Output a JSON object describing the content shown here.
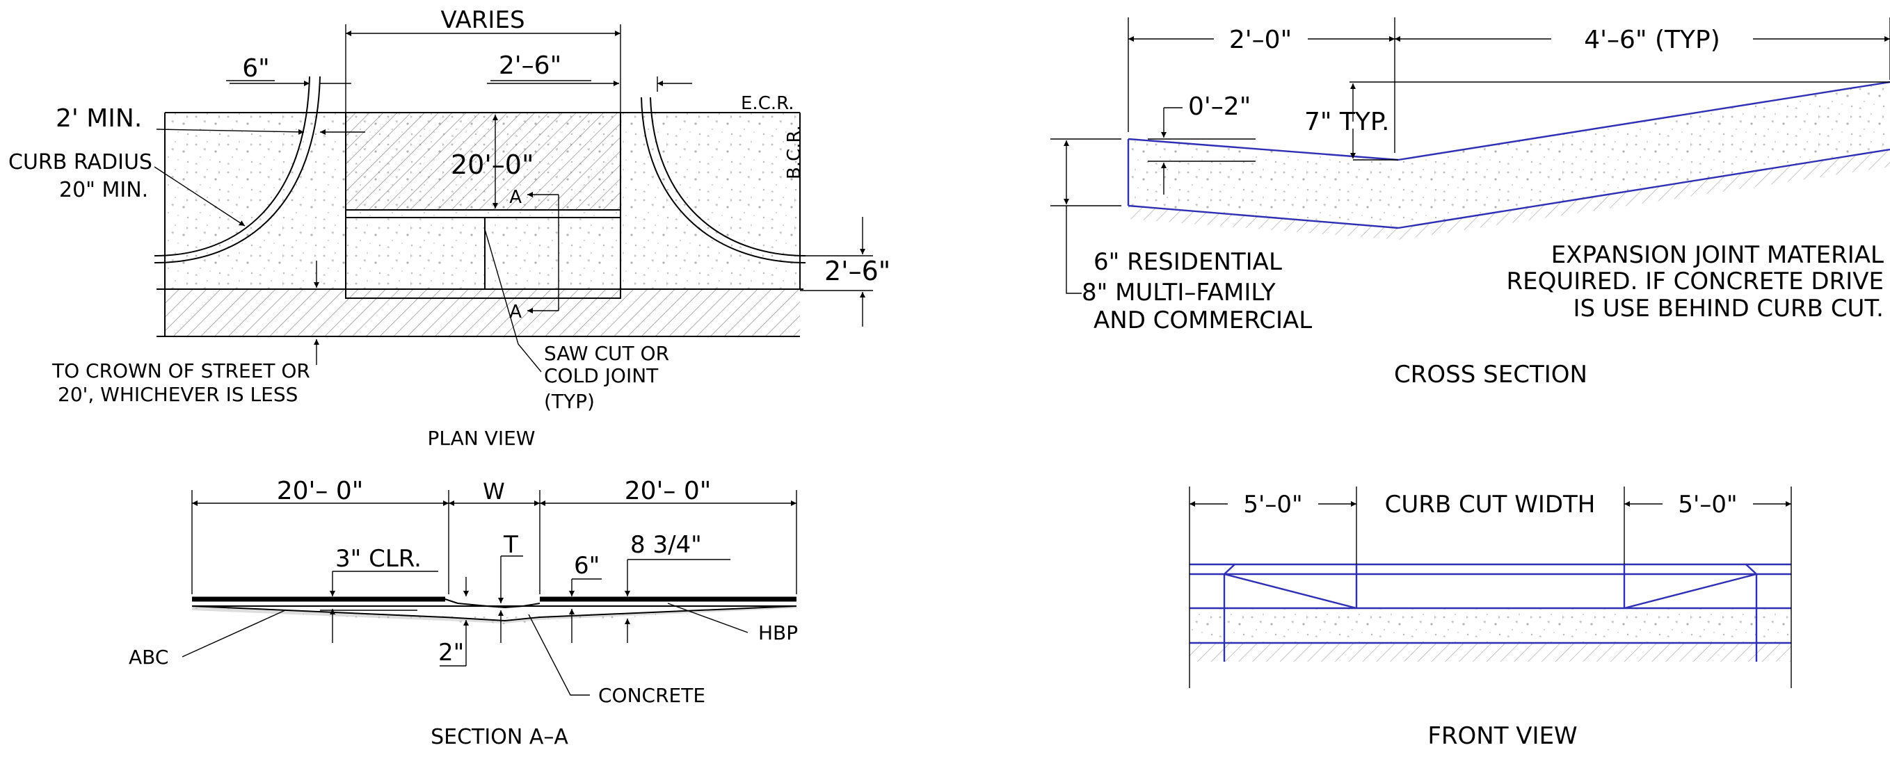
{
  "plan_view": {
    "title": "PLAN VIEW",
    "varies": "VARIES",
    "six_in": "6\"",
    "two_six_top": "2'–6\"",
    "two_min": "2' MIN.",
    "ecr": "E.C.R.",
    "bcr": "B.C.R.",
    "curb_radius_1": "CURB RADIUS",
    "curb_radius_2": "20\" MIN.",
    "twenty_ft": "20'–0\"",
    "section_mark_a1": "A",
    "section_mark_a2": "A",
    "two_six_right": "2'–6\"",
    "crown_1": "TO CROWN OF STREET OR",
    "crown_2": "20', WHICHEVER IS LESS",
    "saw_1": "SAW CUT OR",
    "saw_2": "COLD JOINT",
    "saw_3": "(TYP)"
  },
  "cross_section": {
    "title": "CROSS SECTION",
    "two_ft": "2'–0\"",
    "four_six": "4'–6\" (TYP)",
    "zero_two": "0'–2\"",
    "seven_typ": "7\" TYP.",
    "res_1": "6\" RESIDENTIAL",
    "res_2": "8\" MULTI–FAMILY",
    "res_3": "AND COMMERCIAL",
    "exp_1": "EXPANSION JOINT MATERIAL",
    "exp_2": "REQUIRED. IF CONCRETE DRIVE",
    "exp_3": "IS USE BEHIND CURB CUT."
  },
  "section_aa": {
    "title": "SECTION A–A",
    "left_dim": "20'– 0\"",
    "w": "W",
    "right_dim": "20'– 0\"",
    "clr": "3\" CLR.",
    "t": "T",
    "six_in": "6\"",
    "eight_three_four": "8 3/4\"",
    "two_in": "2\"",
    "abc": "ABC",
    "hbp": "HBP",
    "concrete": "CONCRETE"
  },
  "front_view": {
    "title": "FRONT VIEW",
    "left_dim": "5'–0\"",
    "curb_cut": "CURB CUT WIDTH",
    "right_dim": "5'–0\""
  },
  "colors": {
    "linework": "#000000",
    "edge_blue": "#2f2fb4",
    "concrete_speckle": "#b8b8b8"
  }
}
